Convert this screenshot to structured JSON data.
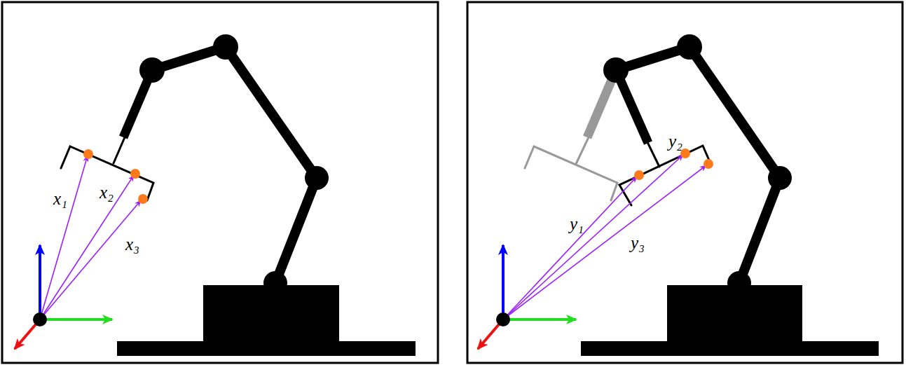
{
  "diagram": {
    "labels": [
      "x₁",
      "x₂",
      "x₃",
      "y₂",
      "y₁",
      "y₃"
    ]
  }
}
